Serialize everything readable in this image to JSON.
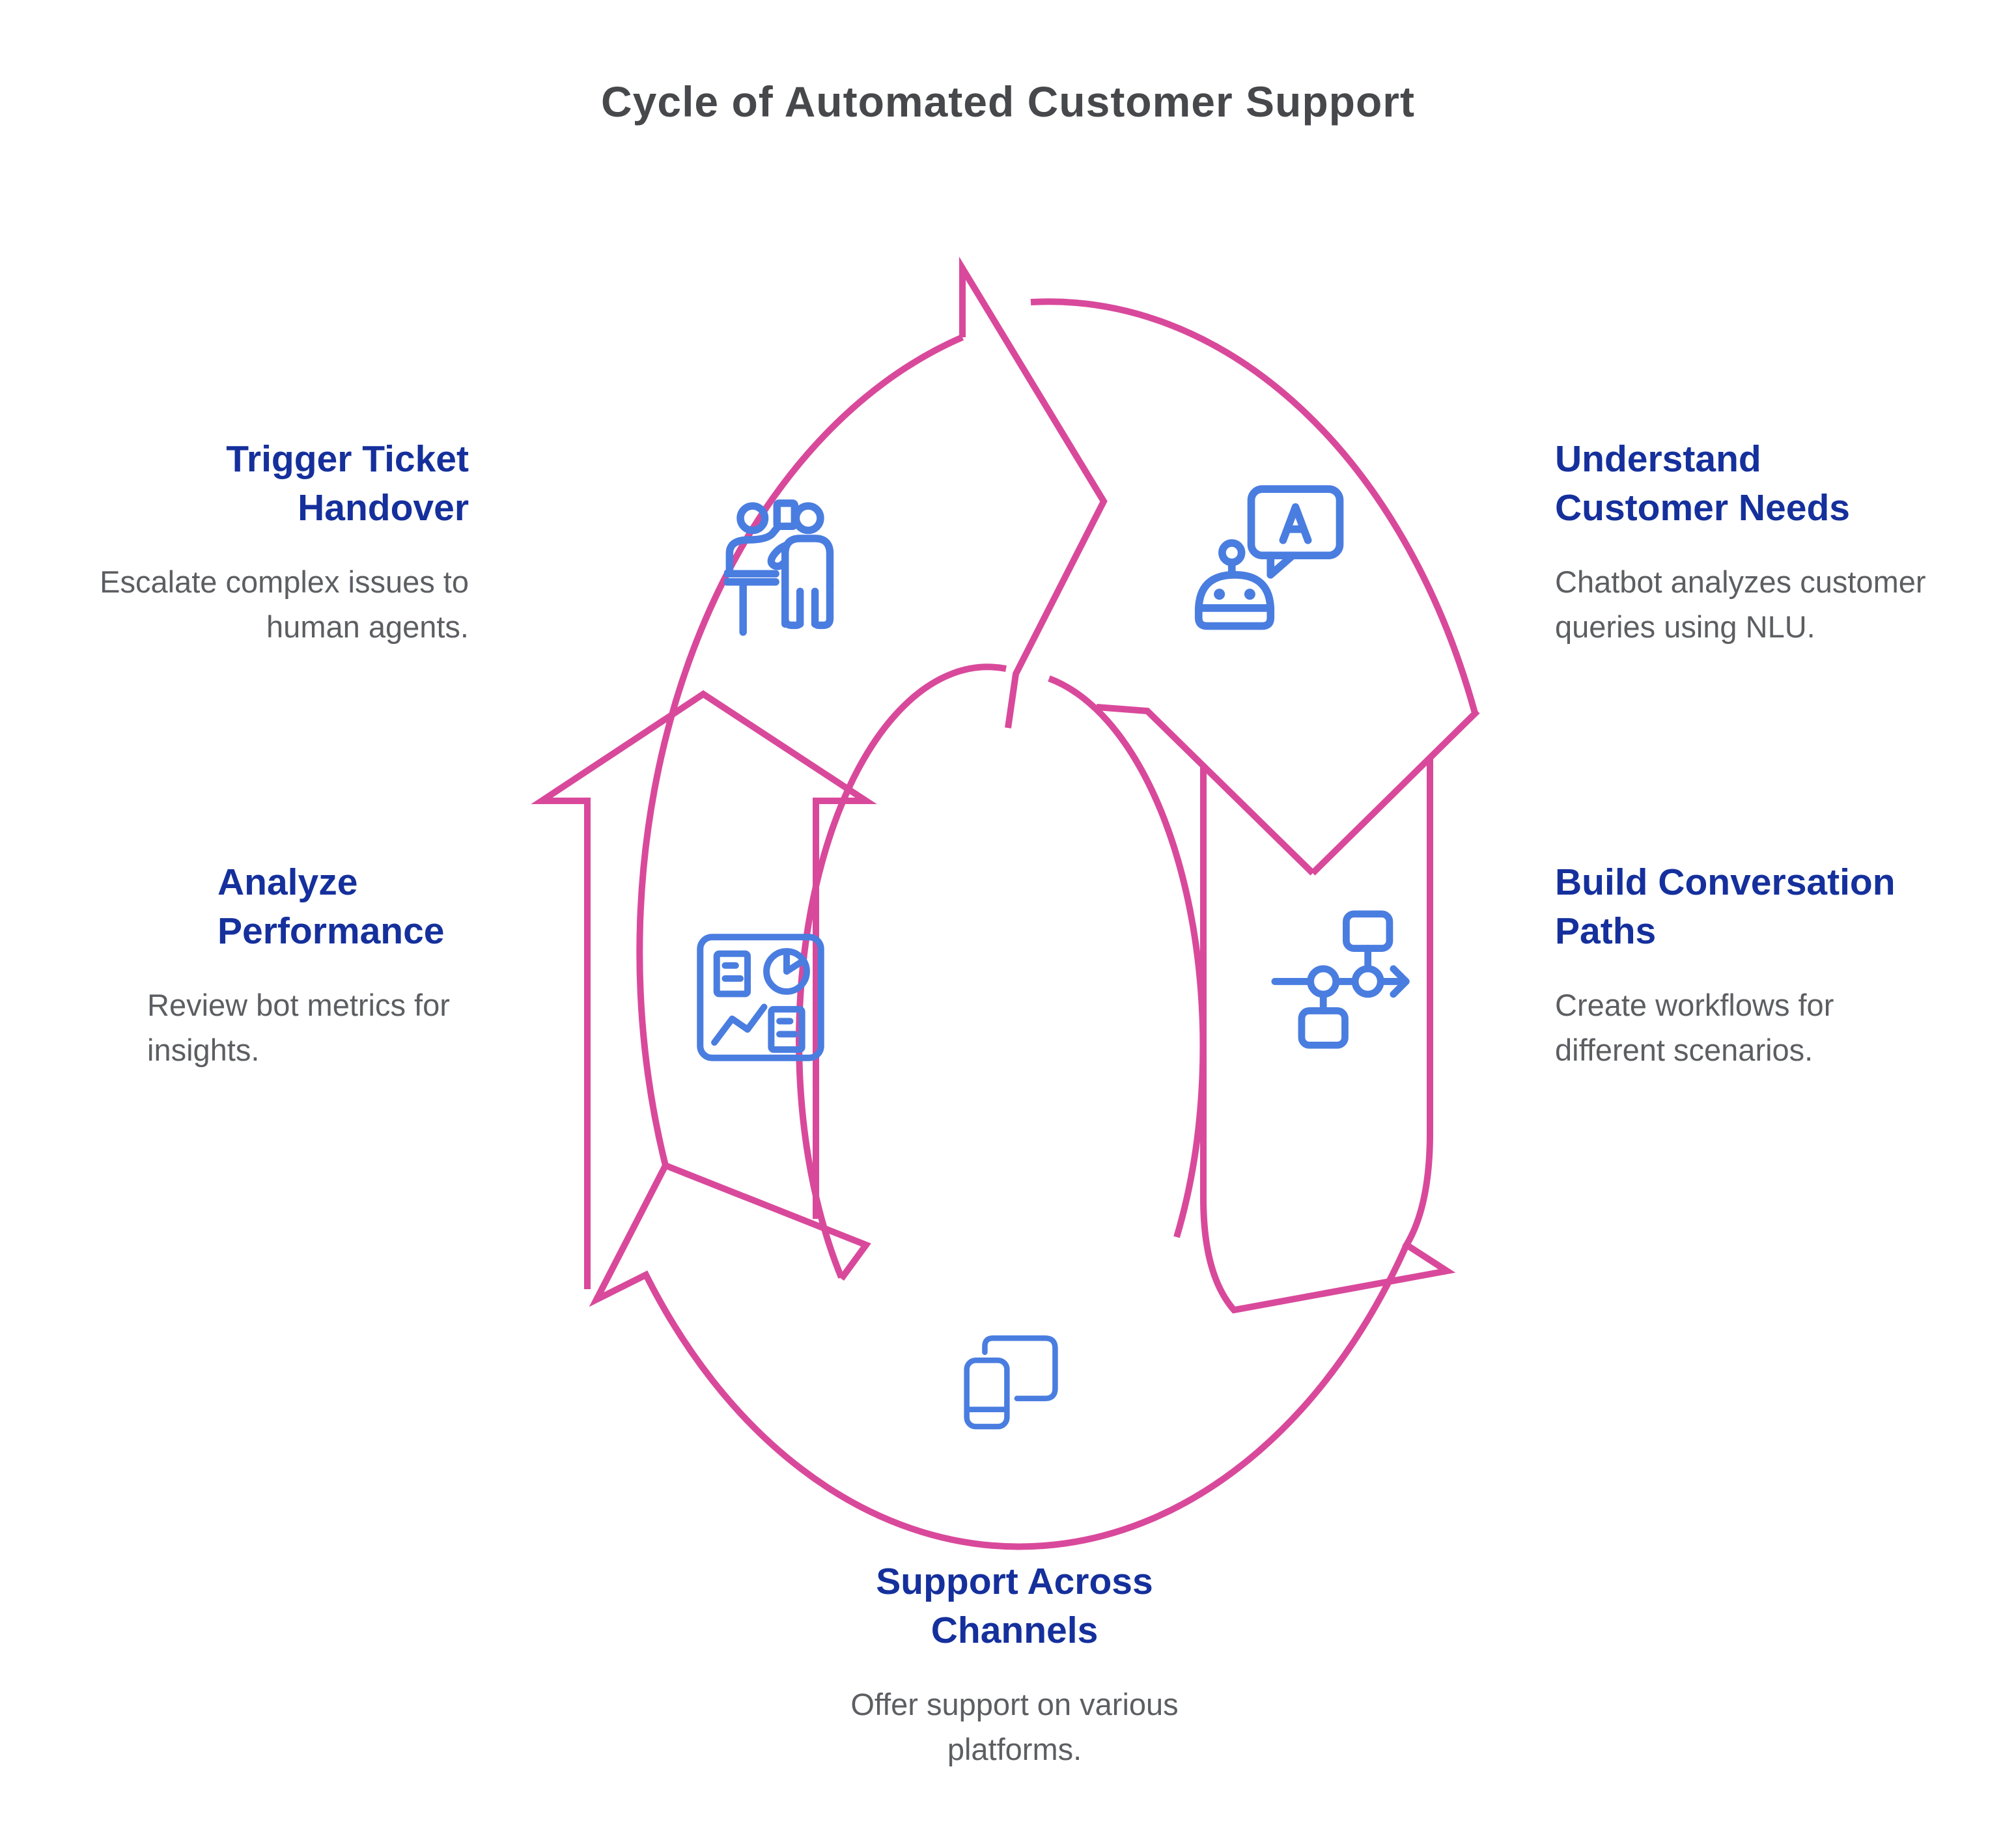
{
  "title": "Cycle of Automated Customer Support",
  "colors": {
    "pink": "#d9499b",
    "blue": "#4a7de0",
    "navy": "#15309c",
    "body-gray": "#5c5e62",
    "title-gray": "#47484b"
  },
  "steps": [
    {
      "id": "trigger-ticket-handover",
      "title": "Trigger Ticket\nHandover",
      "description": "Escalate complex issues to\nhuman agents.",
      "icon": "handover-icon"
    },
    {
      "id": "understand-customer-needs",
      "title": "Understand\nCustomer Needs",
      "description": "Chatbot analyzes customer\nqueries using NLU.",
      "icon": "chatbot-speech-bubble-icon"
    },
    {
      "id": "build-conversation-paths",
      "title": "Build Conversation\nPaths",
      "description": "Create workflows for\ndifferent scenarios.",
      "icon": "workflow-icon"
    },
    {
      "id": "support-across-channels",
      "title": "Support Across\nChannels",
      "description": "Offer support on various\nplatforms.",
      "icon": "devices-icon"
    },
    {
      "id": "analyze-performance",
      "title": "Analyze\nPerformance",
      "description": "Review bot metrics for\ninsights.",
      "icon": "dashboard-icon"
    }
  ]
}
